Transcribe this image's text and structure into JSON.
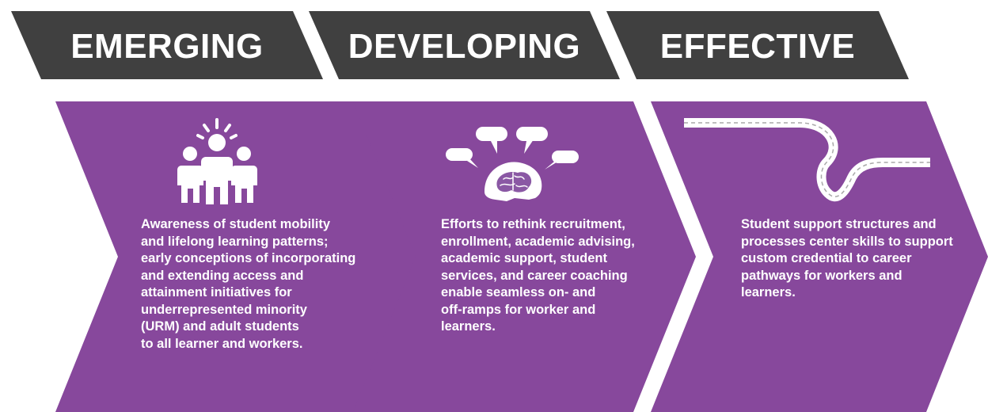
{
  "colors": {
    "banner": "#404040",
    "chevron": "#87489c",
    "text": "#ffffff",
    "road_line": "#a9a9a9"
  },
  "stages": [
    {
      "title": "EMERGING",
      "icon": "people-group-icon",
      "lines": [
        "Awareness of student mobility",
        "and lifelong learning patterns;",
        "early conceptions of incorporating",
        "and extending access and",
        "attainment initiatives for",
        "underrepresented minority",
        "(URM) and adult students",
        "to all learner and workers."
      ]
    },
    {
      "title": "DEVELOPING",
      "icon": "brain-speech-bubbles-icon",
      "lines": [
        "Efforts to rethink recruitment,",
        "enrollment, academic advising,",
        "academic support, student",
        "services, and career coaching",
        "enable seamless on- and",
        "off-ramps for worker and",
        "learners."
      ]
    },
    {
      "title": "EFFECTIVE",
      "icon": "winding-road-icon",
      "lines": [
        "Student support structures and",
        "processes center skills to support",
        "custom credential to career",
        "pathways for workers and",
        "learners."
      ]
    }
  ]
}
